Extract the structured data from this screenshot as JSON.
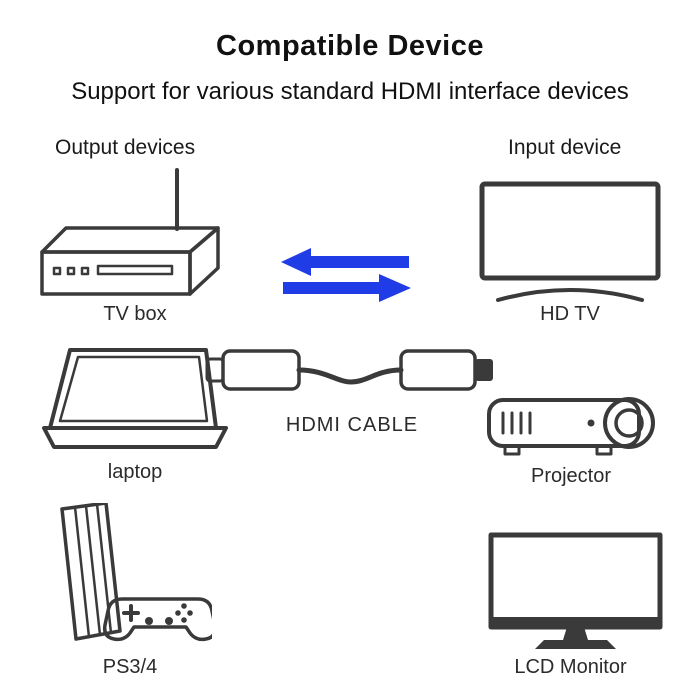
{
  "title": "Compatible Device",
  "subtitle": "Support for various standard HDMI interface devices",
  "headers": {
    "output": "Output devices",
    "input": "Input device"
  },
  "labels": {
    "tv_box": "TV box",
    "hd_tv": "HD TV",
    "laptop": "laptop",
    "projector": "Projector",
    "hdmi_cable": "HDMI CABLE",
    "ps34": "PS3/4",
    "lcd_monitor": "LCD Monitor"
  },
  "icons": [
    "tv-box-icon",
    "hd-tv-icon",
    "laptop-icon",
    "hdmi-cable-icon",
    "projector-icon",
    "ps-console-icon",
    "lcd-monitor-icon",
    "transfer-arrows-icon"
  ],
  "colors": {
    "arrow_blue": "#1f3ce6",
    "line_dark": "#3a3a3a"
  }
}
